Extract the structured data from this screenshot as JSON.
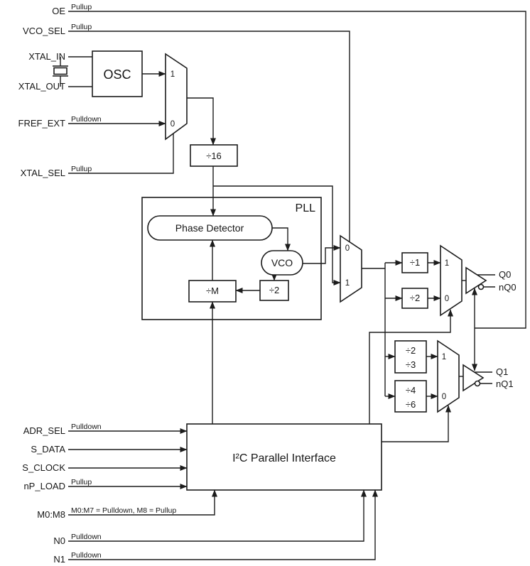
{
  "pins": {
    "oe": {
      "label": "OE",
      "pull": "Pullup"
    },
    "vco_sel": {
      "label": "VCO_SEL",
      "pull": "Pullup"
    },
    "xtal_in": {
      "label": "XTAL_IN"
    },
    "xtal_out": {
      "label": "XTAL_OUT"
    },
    "fref_ext": {
      "label": "FREF_EXT",
      "pull": "Pulldown"
    },
    "xtal_sel": {
      "label": "XTAL_SEL",
      "pull": "Pullup"
    },
    "adr_sel": {
      "label": "ADR_SEL",
      "pull": "Pulldown"
    },
    "s_data": {
      "label": "S_DATA"
    },
    "s_clock": {
      "label": "S_CLOCK"
    },
    "np_load": {
      "label": "nP_LOAD",
      "pull": "Pullup"
    },
    "m0_m8": {
      "label": "M0:M8",
      "pull": "M0:M7 = Pulldown, M8 = Pullup"
    },
    "n0": {
      "label": "N0",
      "pull": "Pulldown"
    },
    "n1": {
      "label": "N1",
      "pull": "Pulldown"
    }
  },
  "outputs": {
    "q0": "Q0",
    "nq0": "nQ0",
    "q1": "Q1",
    "nq1": "nQ1"
  },
  "blocks": {
    "osc": "OSC",
    "div16": "÷16",
    "pll": "PLL",
    "phase_detector": "Phase Detector",
    "vco": "VCO",
    "div_m": "÷M",
    "div2_feedback": "÷2",
    "div1": "÷1",
    "div2_out": "÷2",
    "div2_3_a": "÷2",
    "div2_3_b": "÷3",
    "div4_6_a": "÷4",
    "div4_6_b": "÷6",
    "i2c": "I²C Parallel Interface"
  },
  "mux_labels": {
    "mux1_in1": "1",
    "mux1_in0": "0",
    "mux2_in0": "0",
    "mux2_in1": "1",
    "mux3_in1": "1",
    "mux3_in0": "0",
    "mux4_in1": "1",
    "mux4_in0": "0"
  }
}
